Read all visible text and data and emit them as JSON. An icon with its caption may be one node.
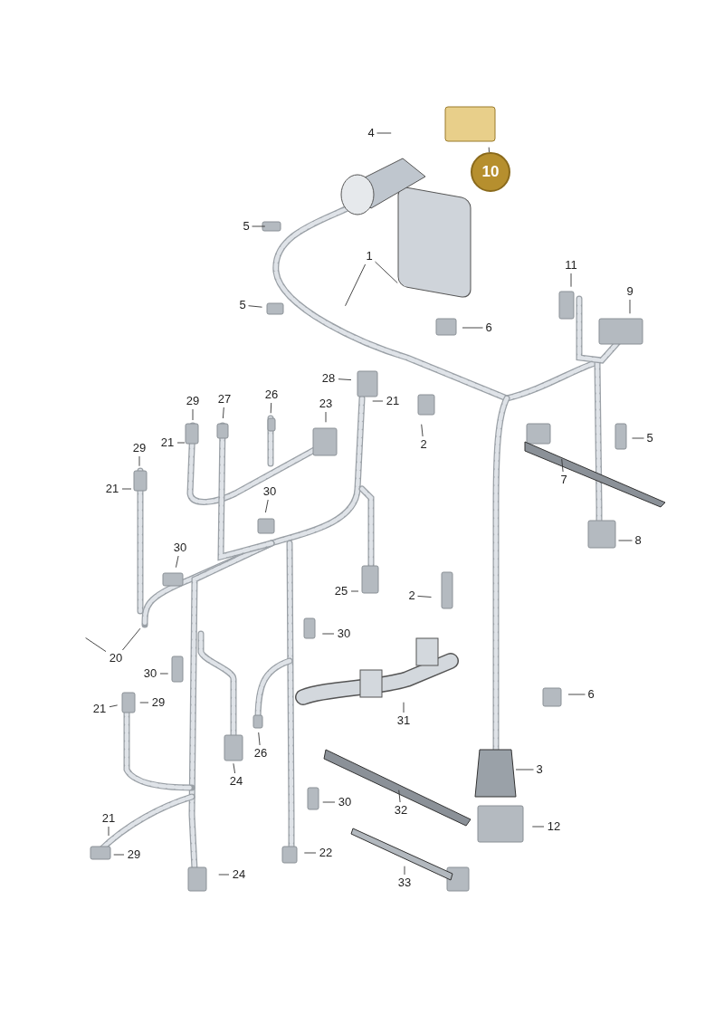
{
  "diagram": {
    "nodes": [
      {
        "text": [
          "4"
        ]
      },
      {
        "text": [
          "10"
        ]
      },
      {
        "text": [
          "5"
        ]
      },
      {
        "text": [
          "11"
        ]
      },
      {
        "text": [
          "9"
        ]
      },
      {
        "text": [
          "5"
        ]
      },
      {
        "text": [
          "6"
        ]
      },
      {
        "text": [
          "28"
        ]
      },
      {
        "text": [
          "21"
        ]
      },
      {
        "text": [
          "29"
        ]
      },
      {
        "text": [
          "27"
        ]
      },
      {
        "text": [
          "26"
        ]
      },
      {
        "text": [
          "23"
        ]
      },
      {
        "text": [
          "2"
        ]
      },
      {
        "text": [
          "5"
        ]
      },
      {
        "text": [
          "21"
        ]
      },
      {
        "text": [
          "29"
        ]
      },
      {
        "text": [
          "7"
        ]
      },
      {
        "text": [
          "21"
        ]
      },
      {
        "text": [
          "30"
        ]
      },
      {
        "text": [
          "8"
        ]
      },
      {
        "text": [
          "30"
        ]
      },
      {
        "text": [
          "25"
        ]
      },
      {
        "text": [
          "2"
        ]
      },
      {
        "text": [
          "30"
        ]
      },
      {
        "text": [
          "30"
        ]
      },
      {
        "text": [
          "6"
        ]
      },
      {
        "text": [
          "21"
        ]
      },
      {
        "text": [
          "29"
        ]
      },
      {
        "text": [
          "31"
        ]
      },
      {
        "text": [
          "26"
        ]
      },
      {
        "text": [
          "24"
        ]
      },
      {
        "text": [
          "3"
        ]
      },
      {
        "text": [
          "30"
        ]
      },
      {
        "text": [
          "32"
        ]
      },
      {
        "text": [
          "21"
        ]
      },
      {
        "text": [
          "12"
        ]
      },
      {
        "text": [
          "29"
        ]
      },
      {
        "text": [
          "22"
        ]
      },
      {
        "text": [
          "24"
        ]
      },
      {
        "text": [
          "33"
        ]
      },
      {
        "text": [
          "1"
        ]
      },
      {
        "text": [
          "20"
        ]
      }
    ],
    "edges": [
      {
        "from": 0,
        "to": null,
        "arrow": "none"
      },
      {
        "from": 1,
        "to": null,
        "arrow": "none"
      },
      {
        "from": 2,
        "to": null,
        "arrow": "none"
      },
      {
        "from": 3,
        "to": null,
        "arrow": "none"
      },
      {
        "from": 4,
        "to": null,
        "arrow": "none"
      },
      {
        "from": 5,
        "to": null,
        "arrow": "none"
      },
      {
        "from": 6,
        "to": null,
        "arrow": "none"
      },
      {
        "from": 7,
        "to": null,
        "arrow": "none"
      },
      {
        "from": 8,
        "to": null,
        "arrow": "none"
      },
      {
        "from": 9,
        "to": null,
        "arrow": "none"
      },
      {
        "from": 10,
        "to": null,
        "arrow": "none"
      },
      {
        "from": 11,
        "to": null,
        "arrow": "none"
      },
      {
        "from": 12,
        "to": null,
        "arrow": "none"
      },
      {
        "from": 13,
        "to": null,
        "arrow": "none"
      },
      {
        "from": 14,
        "to": null,
        "arrow": "none"
      },
      {
        "from": 15,
        "to": null,
        "arrow": "none"
      },
      {
        "from": 16,
        "to": null,
        "arrow": "none"
      },
      {
        "from": 17,
        "to": null,
        "arrow": "none"
      },
      {
        "from": 18,
        "to": null,
        "arrow": "none"
      },
      {
        "from": 19,
        "to": null,
        "arrow": "none"
      },
      {
        "from": 20,
        "to": null,
        "arrow": "none"
      },
      {
        "from": 21,
        "to": null,
        "arrow": "none"
      },
      {
        "from": 22,
        "to": null,
        "arrow": "none"
      },
      {
        "from": 23,
        "to": null,
        "arrow": "none"
      },
      {
        "from": 24,
        "to": null,
        "arrow": "none"
      },
      {
        "from": 25,
        "to": null,
        "arrow": "none"
      },
      {
        "from": 26,
        "to": null,
        "arrow": "none"
      },
      {
        "from": 27,
        "to": null,
        "arrow": "none"
      },
      {
        "from": 28,
        "to": null,
        "arrow": "none"
      },
      {
        "from": 29,
        "to": null,
        "arrow": "none"
      },
      {
        "from": 30,
        "to": null,
        "arrow": "none"
      },
      {
        "from": 31,
        "to": null,
        "arrow": "none"
      },
      {
        "from": 32,
        "to": null,
        "arrow": "none"
      },
      {
        "from": 33,
        "to": null,
        "arrow": "none"
      },
      {
        "from": 34,
        "to": null,
        "arrow": "none"
      },
      {
        "from": 35,
        "to": null,
        "arrow": "none"
      },
      {
        "from": 36,
        "to": null,
        "arrow": "none"
      },
      {
        "from": 37,
        "to": null,
        "arrow": "none"
      },
      {
        "from": 38,
        "to": null,
        "arrow": "none"
      },
      {
        "from": 39,
        "to": null,
        "arrow": "none"
      },
      {
        "from": 40,
        "to": null,
        "arrow": "none"
      },
      {
        "from": 41,
        "to": null,
        "arrow": "none"
      },
      {
        "from": 41,
        "to": null,
        "arrow": "none"
      },
      {
        "from": 42,
        "to": null,
        "arrow": "none"
      },
      {
        "from": 42,
        "to": null,
        "arrow": "none"
      }
    ]
  }
}
